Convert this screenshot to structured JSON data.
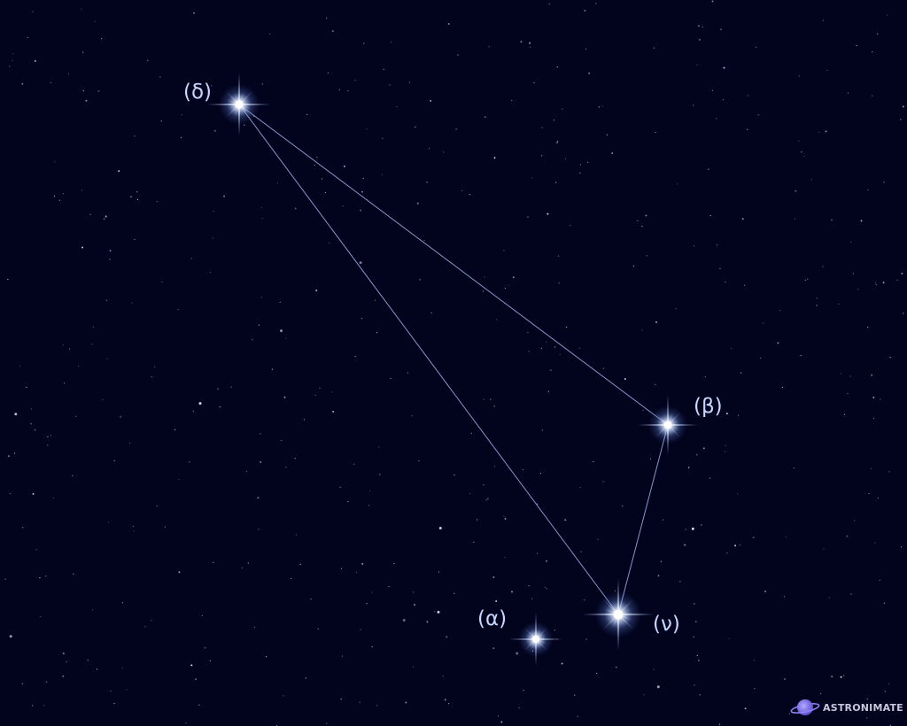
{
  "stars": [
    {
      "id": "delta",
      "label": "(δ)"
    },
    {
      "id": "beta",
      "label": "(β)"
    },
    {
      "id": "nu",
      "label": "(ν)"
    },
    {
      "id": "alpha",
      "label": "(α)"
    }
  ],
  "constellation_lines": [
    [
      "delta",
      "beta"
    ],
    [
      "delta",
      "nu"
    ],
    [
      "beta",
      "nu"
    ]
  ],
  "logo": {
    "text": "ASTRONIMATE",
    "icon": "planet-icon"
  },
  "colors": {
    "background": "#02031d",
    "label": "#c7d8ff",
    "line": "#9fb1e6",
    "star_core": "#ffffff",
    "star_glow": "#8fb4ff",
    "logo_planet": "#7b6cf0"
  }
}
